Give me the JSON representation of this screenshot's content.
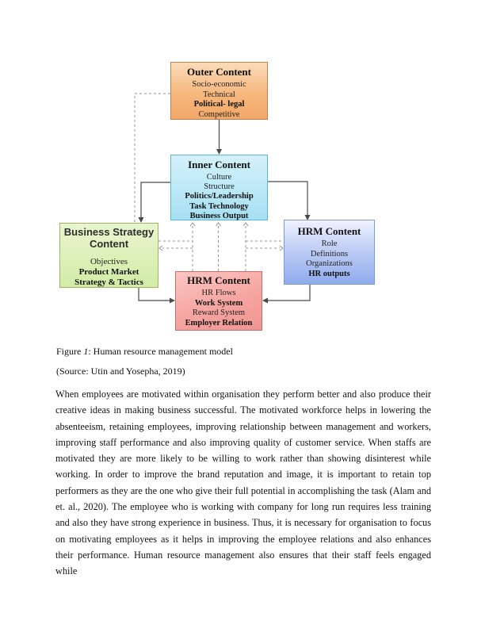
{
  "diagram": {
    "boxes": {
      "outer": {
        "title": "Outer Content",
        "items": [
          "Socio-economic",
          "Technical",
          "Political- legal",
          "Competitive"
        ]
      },
      "inner": {
        "title": "Inner Content",
        "items": [
          "Culture",
          "Structure",
          "Politics/Leadership",
          "Task Technology",
          "Business Output"
        ]
      },
      "business": {
        "title": "Business Strategy Content",
        "items": [
          "Objectives",
          "Product Market",
          "Strategy & Tactics"
        ]
      },
      "hrm_right": {
        "title": "HRM Content",
        "items": [
          "Role",
          "Definitions",
          "Organizations",
          "HR outputs"
        ]
      },
      "hrm_bottom": {
        "title": "HRM Content",
        "items": [
          "HR Flows",
          "Work System",
          "Reward System",
          "Employer Relation"
        ]
      }
    },
    "colors": {
      "outer_fill_top": "#fbdcba",
      "outer_fill_bottom": "#f2a768",
      "outer_border": "#c4804e",
      "inner_fill_top": "#d4f1fa",
      "inner_fill_bottom": "#a6e0f2",
      "inner_border": "#58b6d6",
      "business_fill_top": "#e9f6cf",
      "business_fill_bottom": "#d2eca6",
      "business_border": "#9fb464",
      "hrm_right_fill_top": "#eef3fe",
      "hrm_right_fill_bottom": "#8fabec",
      "hrm_right_border": "#7e98d8",
      "hrm_bottom_fill_top": "#fbc7c4",
      "hrm_bottom_fill_bottom": "#f09591",
      "hrm_bottom_border": "#c96d68",
      "solid_connector": "#4a4a4a",
      "dashed_connector": "#8b93a0"
    }
  },
  "caption": {
    "figure_label": "Figure ",
    "figure_number": "1",
    "figure_rest": ": Human resource management model",
    "source": "(Source: Utin and Yosepha, 2019)"
  },
  "body": {
    "paragraph": "When employees are motivated within organisation they perform better and also produce their creative ideas in making business successful. The motivated workforce helps in lowering the absenteeism, retaining employees, improving relationship between management and workers, improving staff performance and also improving quality of customer service. When staffs are motivated they are more likely to be willing to work rather than showing disinterest while working. In order to improve the brand reputation and image, it is important to retain top performers as they are the one who give their full potential in accomplishing the task (Alam and et. al., 2020). The employee who is working with company for long run requires less training and also they have strong experience in business. Thus, it is necessary for organisation to focus on motivating employees as it helps in improving the employee relations and also enhances their performance. Human resource management also ensures that their staff feels engaged while"
  }
}
